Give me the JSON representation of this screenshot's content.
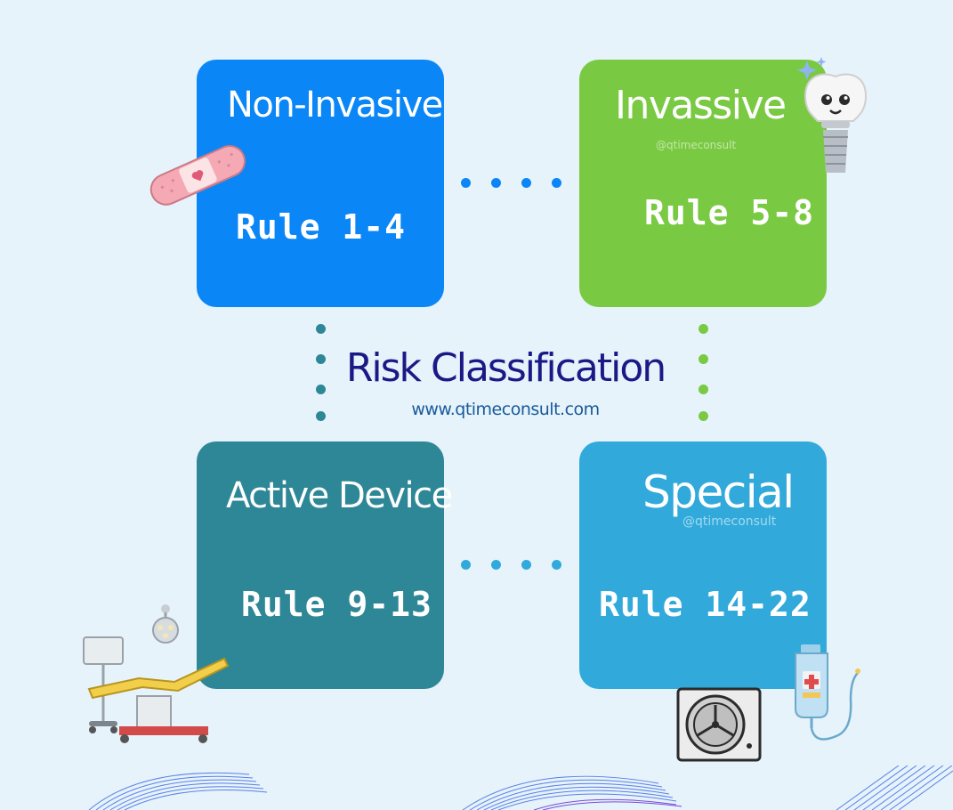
{
  "center": {
    "title": "Risk Classification",
    "url": "www.qtimeconsult.com"
  },
  "categories": [
    {
      "title": "Non-Invasive",
      "rule": "Rule 1-4",
      "color": "#0b86f6",
      "icon": "bandage-icon"
    },
    {
      "title": "Invassive",
      "watermark": "@qtimeconsult",
      "rule": "Rule 5-8",
      "color": "#7ac943",
      "icon": "tooth-implant-icon"
    },
    {
      "title": "Active Device",
      "rule": "Rule 9-13",
      "color": "#2e8796",
      "icon": "operating-table-icon"
    },
    {
      "title": "Special",
      "watermark": "@qtimeconsult",
      "rule": "Rule 14-22",
      "color": "#31aadb",
      "icon": "sterilizer-icon"
    }
  ],
  "colors": {
    "background": "#e6f3fb",
    "title": "#1a1a86",
    "url": "#1a5a9a"
  }
}
